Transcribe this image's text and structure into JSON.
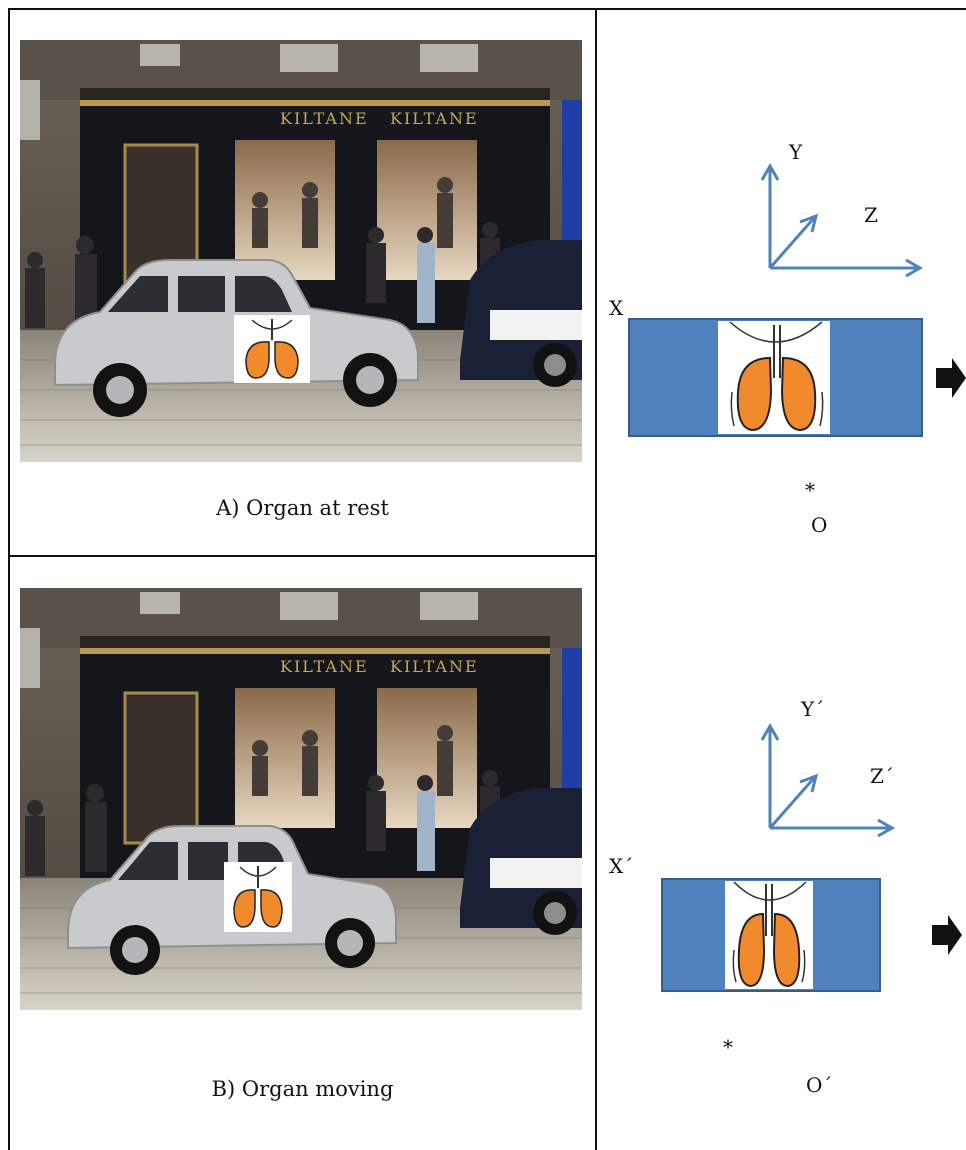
{
  "panel_a": {
    "caption": "A) Organ at rest",
    "sign_left": "KILTANE",
    "sign_right": "KILTANE",
    "axes": {
      "x": "X",
      "y": "Y",
      "z": "Z",
      "origin_marker": "*",
      "origin": "O"
    }
  },
  "panel_b": {
    "caption": "B) Organ moving",
    "sign_left": "KILTANE",
    "sign_right": "KILTANE",
    "axes": {
      "x": "X´",
      "y": "Y´",
      "z": "Z´",
      "origin_marker": "*",
      "origin": "O´"
    }
  },
  "colors": {
    "box_fill": "#4f81bd",
    "box_stroke": "#385d8a",
    "axis_arrow": "#4f81bd",
    "lung": "#f08a2c",
    "taxi": "#c9cacb",
    "storefront": "#14161b",
    "sign_text": "#c9a75a"
  }
}
